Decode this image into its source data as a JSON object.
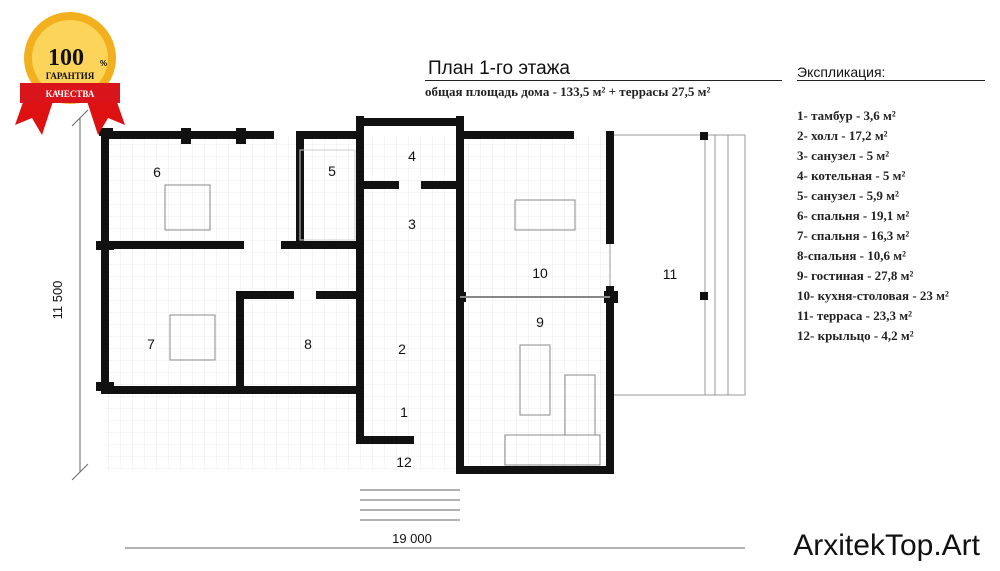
{
  "badge": {
    "percent": "100",
    "percent_sign": "%",
    "line1": "ГАРАНТИЯ",
    "line2": "КАЧЕСТВА"
  },
  "plan": {
    "title": "План 1-го этажа",
    "subtitle": "общая площадь дома - 133,5 м²  + террасы 27,5 м²"
  },
  "explication": {
    "title": "Экспликация:",
    "items": [
      "1- тамбур - 3,6 м²",
      "2- холл - 17,2 м²",
      "3- санузел - 5 м²",
      "4- котельная - 5 м²",
      "5- санузел - 5,9 м²",
      "6- спальня - 19,1 м²",
      "7- спальня - 16,3 м²",
      "8-спальня - 10,6 м²",
      "9- гостиная - 27,8 м²",
      "10- кухня-столовая - 23 м²",
      "11- терраса - 23,3 м²",
      "12- крыльцо - 4,2 м²"
    ]
  },
  "rooms": [
    "1",
    "2",
    "3",
    "4",
    "5",
    "6",
    "7",
    "8",
    "9",
    "10",
    "11",
    "12"
  ],
  "dimensions": {
    "height": "11 500",
    "width": "19 000"
  },
  "watermark": "ArxitekTop.Art"
}
